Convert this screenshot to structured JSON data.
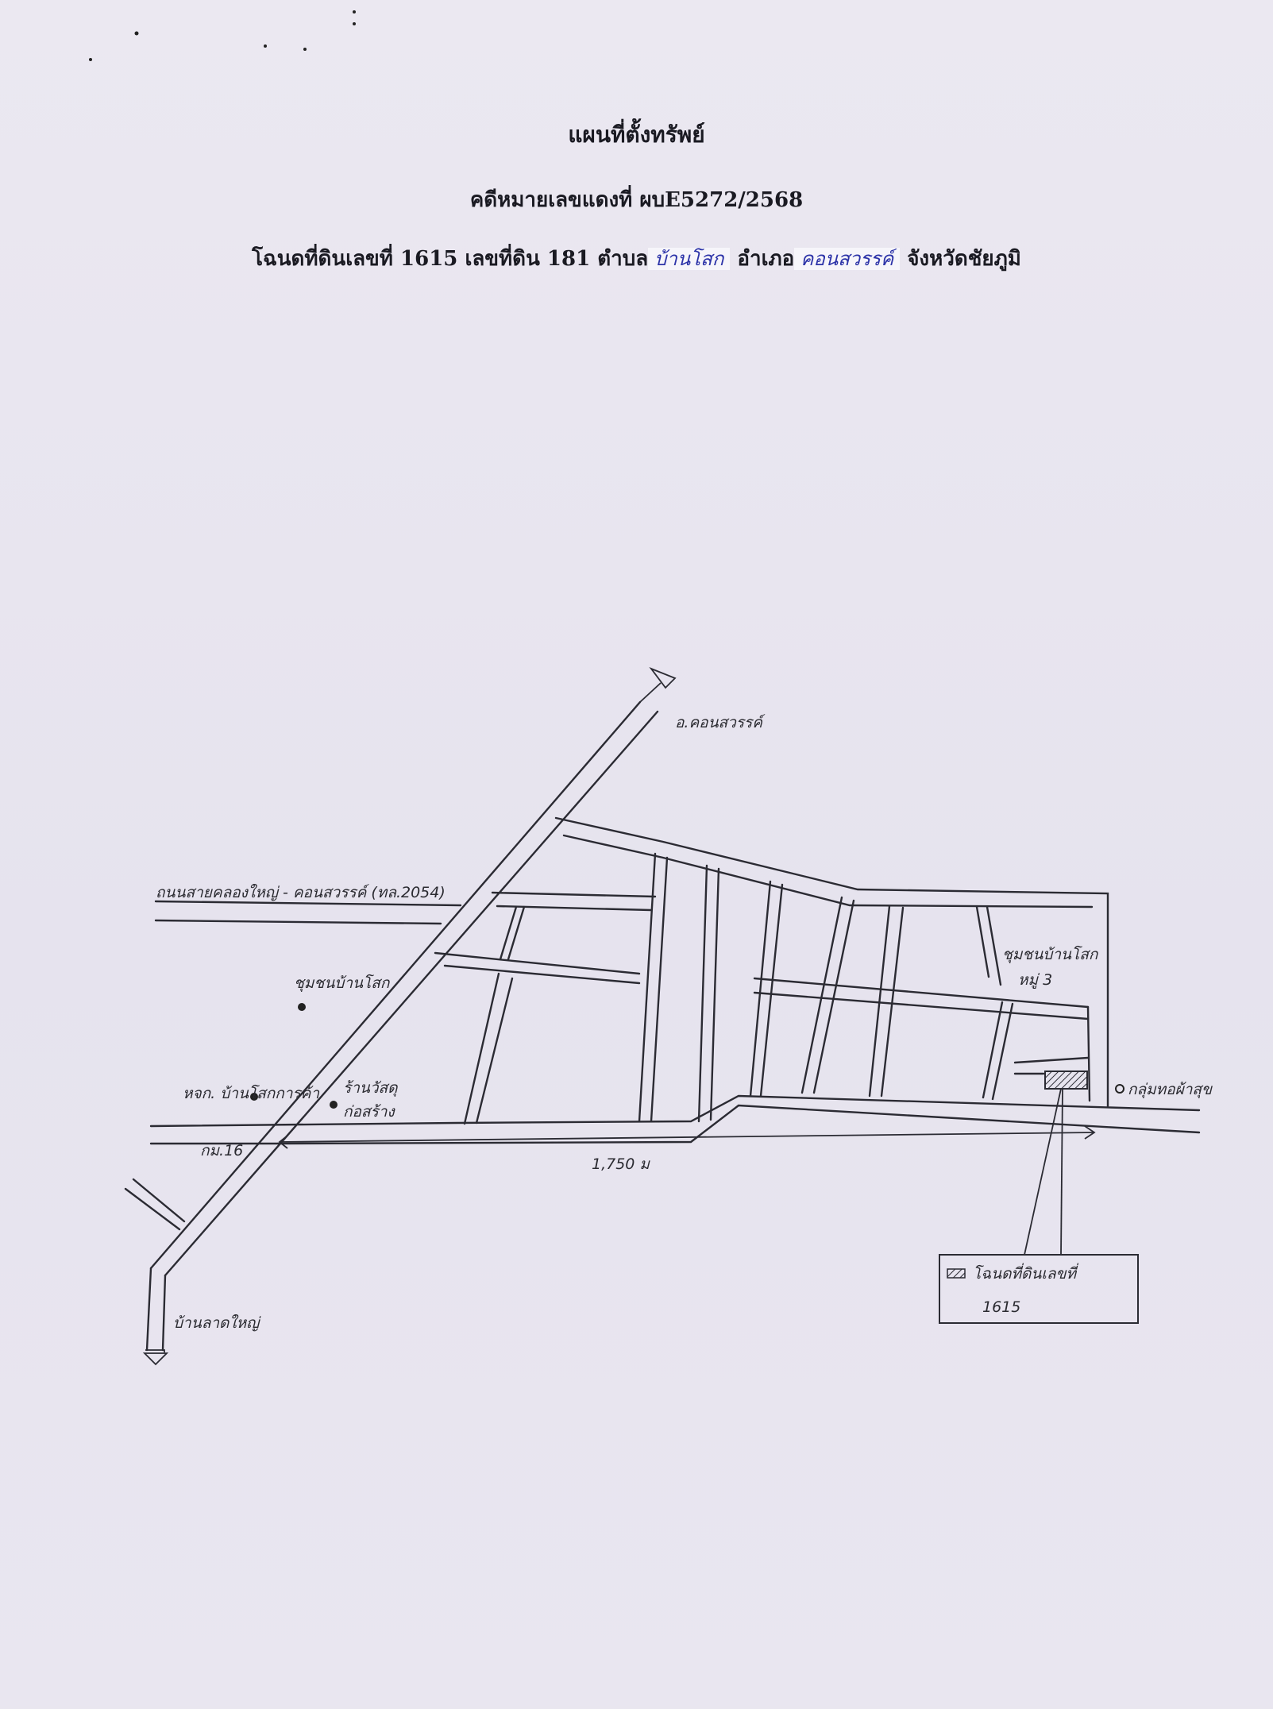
{
  "header": {
    "title": "แผนที่ตั้งทรัพย์",
    "case_label": "คดีหมายเลขแดงที่",
    "case_number": "ผบE5272/2568",
    "deed_label": "โฉนดที่ดินเลขที่",
    "deed_number": "1615",
    "land_label": "เลขที่ดิน",
    "land_number": "181",
    "subdistrict_label": "ตำบล",
    "subdistrict": "บ้านโสก",
    "district_label": "อำเภอ",
    "district": "คอนสวรรค์",
    "province": "จังหวัดชัยภูมิ"
  },
  "map": {
    "north_destination": "อ.คอนสวรรค์",
    "south_destination": "บ้านลาดใหญ่",
    "main_road": "ถนนสายคลองใหญ่ - คอนสวรรค์ (ทล.2054)",
    "km_marker": "กม.16",
    "distance": "1,750 ม",
    "community_left": "ชุมชนบ้านโสก",
    "community_right": "ชุมชนบ้านโสก",
    "community_right_moo": "หมู่ 3",
    "store_left": "หจก. บ้านโสกการค้า",
    "store_center_1": "ร้านวัสดุ",
    "store_center_2": "ก่อสร้าง",
    "group_right": "กลุ่มทอผ้าสุข",
    "legend_line_1": "โฉนดที่ดินเลขที่",
    "legend_line_2": "1615"
  }
}
